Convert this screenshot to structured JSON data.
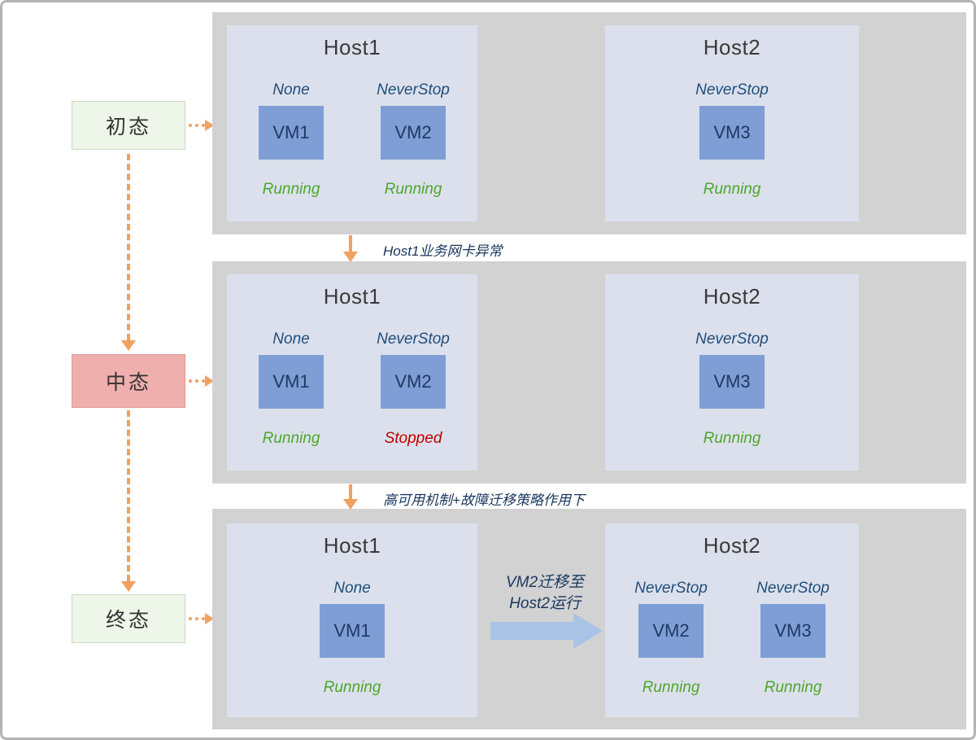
{
  "states": [
    {
      "label": "初态"
    },
    {
      "label": "中态"
    },
    {
      "label": "终态"
    }
  ],
  "transitions": [
    {
      "label": "Host1业务网卡异常"
    },
    {
      "label": "高可用机制+故障迁移策略作用下"
    }
  ],
  "migration": {
    "line1": "VM2迁移至",
    "line2": "Host2运行"
  },
  "rows": [
    {
      "hosts": [
        {
          "title": "Host1",
          "vms": [
            {
              "name": "VM1",
              "policy": "None",
              "status": "Running",
              "status_color": "#4ea72c"
            },
            {
              "name": "VM2",
              "policy": "NeverStop",
              "status": "Running",
              "status_color": "#4ea72c"
            }
          ]
        },
        {
          "title": "Host2",
          "vms": [
            {
              "name": "VM3",
              "policy": "NeverStop",
              "status": "Running",
              "status_color": "#4ea72c"
            }
          ]
        }
      ]
    },
    {
      "hosts": [
        {
          "title": "Host1",
          "vms": [
            {
              "name": "VM1",
              "policy": "None",
              "status": "Running",
              "status_color": "#4ea72c"
            },
            {
              "name": "VM2",
              "policy": "NeverStop",
              "status": "Stopped",
              "status_color": "#c00000"
            }
          ]
        },
        {
          "title": "Host2",
          "vms": [
            {
              "name": "VM3",
              "policy": "NeverStop",
              "status": "Running",
              "status_color": "#4ea72c"
            }
          ]
        }
      ]
    },
    {
      "hosts": [
        {
          "title": "Host1",
          "vms": [
            {
              "name": "VM1",
              "policy": "None",
              "status": "Running",
              "status_color": "#4ea72c"
            }
          ]
        },
        {
          "title": "Host2",
          "vms": [
            {
              "name": "VM2",
              "policy": "NeverStop",
              "status": "Running",
              "status_color": "#4ea72c"
            },
            {
              "name": "VM3",
              "policy": "NeverStop",
              "status": "Running",
              "status_color": "#4ea72c"
            }
          ]
        }
      ]
    }
  ],
  "colors": {
    "accent_orange": "#f0a160",
    "panel_gray": "#d2d2d2",
    "host_fill": "#dce0ec",
    "vm_fill": "#7e9ed5",
    "policy_navy": "#1f4e7b",
    "running_green": "#4ea72c",
    "stopped_red": "#c00000",
    "state_green_fill": "#edf6e8",
    "state_red_fill": "#efafad",
    "migration_arrow_blue": "#a9c3e6"
  }
}
